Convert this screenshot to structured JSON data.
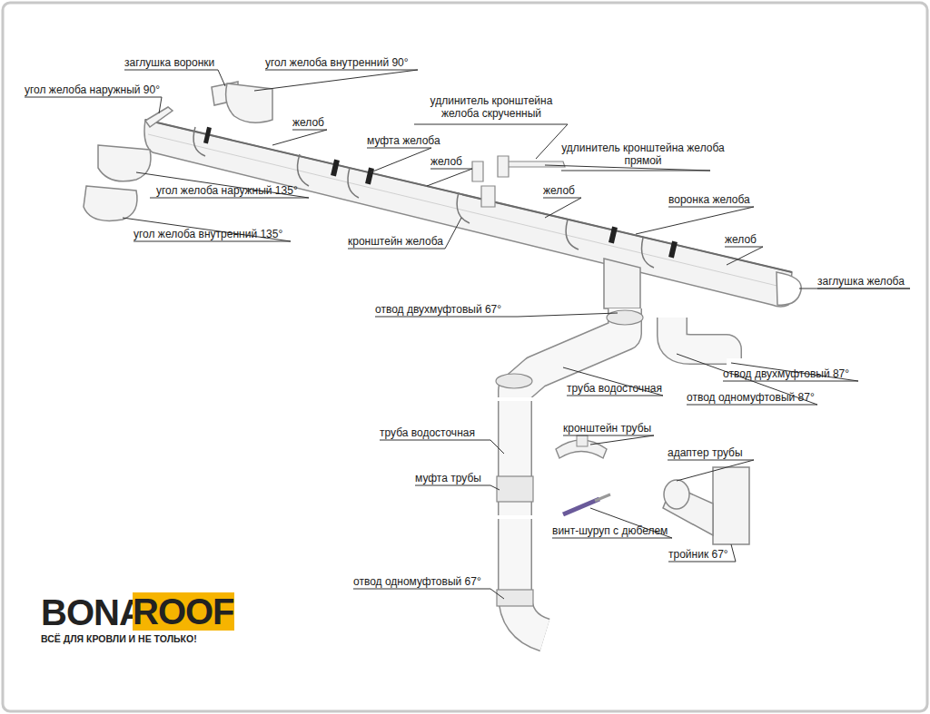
{
  "diagram": {
    "nodes": [
      {
        "text": [
          "ROOF"
        ]
      }
    ],
    "labels": [
      "заглушка воронки",
      "угол желоба внутренний 90°",
      "угол желоба наружный 90°",
      "желоб",
      "удлинитель кронштейна желоба скрученный",
      "муфта желоба",
      "удлинитель кронштейна желоба прямой",
      "желоб",
      "угол желоба наружный 135°",
      "желоб",
      "угол желоба внутренний 135°",
      "кронштейн желоба",
      "воронка желоба",
      "желоб",
      "заглушка желоба",
      "отвод двухмуфтовый 67°",
      "отвод двухмуфтовый 87°",
      "труба водосточная",
      "отвод одномуфтовый 87°",
      "кронштейн трубы",
      "труба водосточная",
      "адаптер трубы",
      "муфта трубы",
      "винт-шуруп с дюбелем",
      "тройник 67°",
      "отвод одномуфтовый 67°",
      "BONA",
      "ВСЁ ДЛЯ КРОВЛИ И НЕ ТОЛЬКО!"
    ]
  }
}
